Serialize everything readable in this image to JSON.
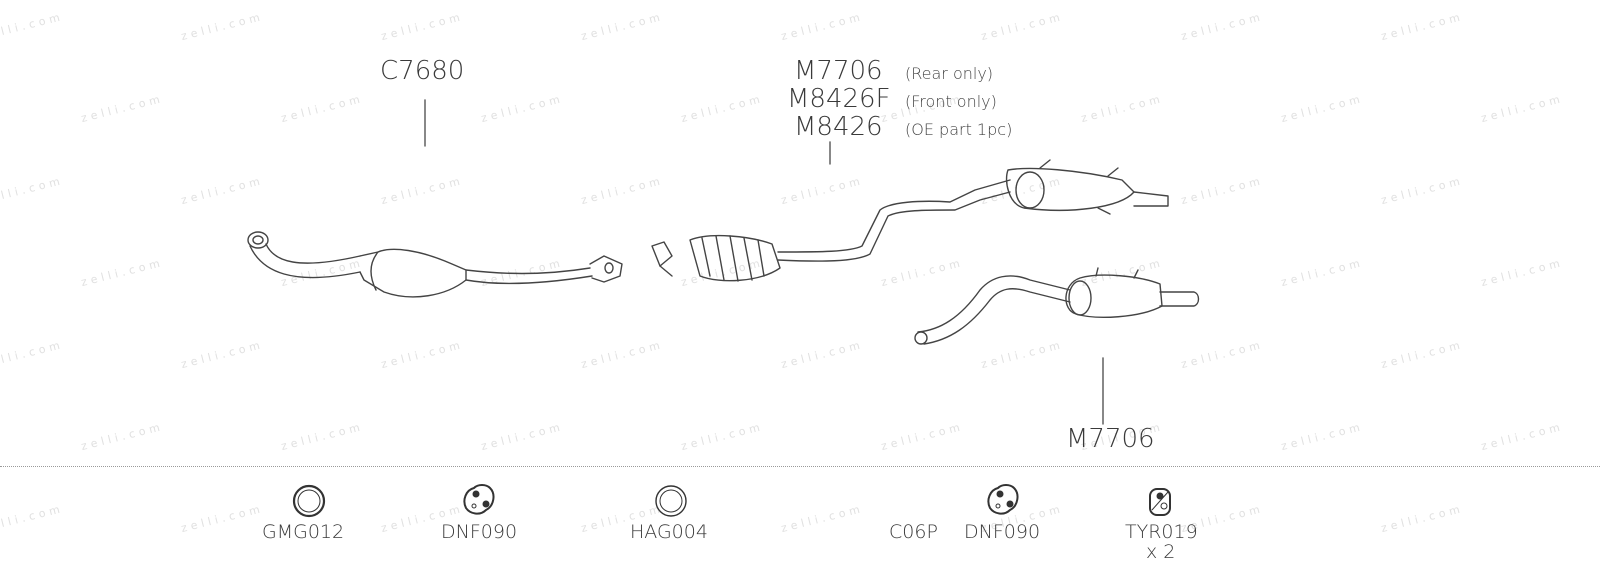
{
  "watermark": {
    "brand": "zelli.com"
  },
  "parts": {
    "c7680": "C7680",
    "group_codes": [
      "M7706",
      "M8426F",
      "M8426"
    ],
    "group_notes": [
      "(Rear only)",
      "(Front only)",
      "(OE part 1pc)"
    ],
    "m7706_alt": "M7706"
  },
  "accessories": [
    {
      "code": "GMG012",
      "icon": "gasket-ring-icon"
    },
    {
      "code": "DNF090",
      "icon": "rubber-hanger-icon"
    },
    {
      "code": "HAG004",
      "icon": "gasket-ring-icon"
    },
    {
      "code": "C06P",
      "icon": ""
    },
    {
      "code": "DNF090",
      "icon": "rubber-hanger-icon"
    },
    {
      "code": "TYR019",
      "qty": "x 2",
      "icon": "bolt-fixing-icon"
    }
  ]
}
